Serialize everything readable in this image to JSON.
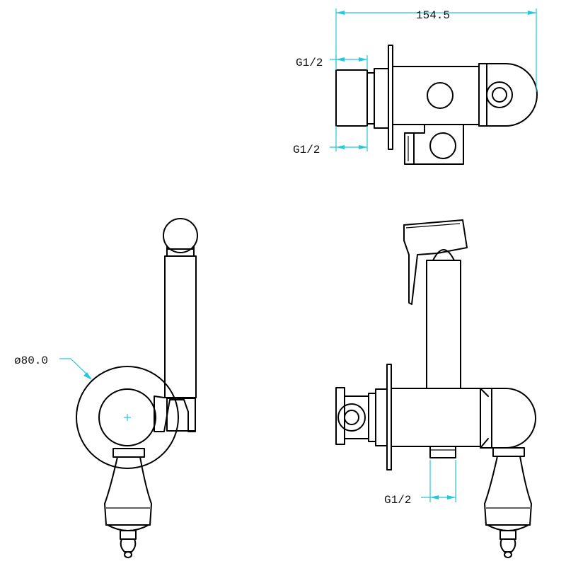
{
  "colors": {
    "outline": "#000000",
    "dimension": "#22c8dc",
    "background": "#ffffff"
  },
  "dimensions": {
    "overall_width": "154.5",
    "top_inlet_upper": "G1/2",
    "top_inlet_lower": "G1/2",
    "flange_diameter": "ø80.0",
    "side_outlet": "G1/2"
  }
}
